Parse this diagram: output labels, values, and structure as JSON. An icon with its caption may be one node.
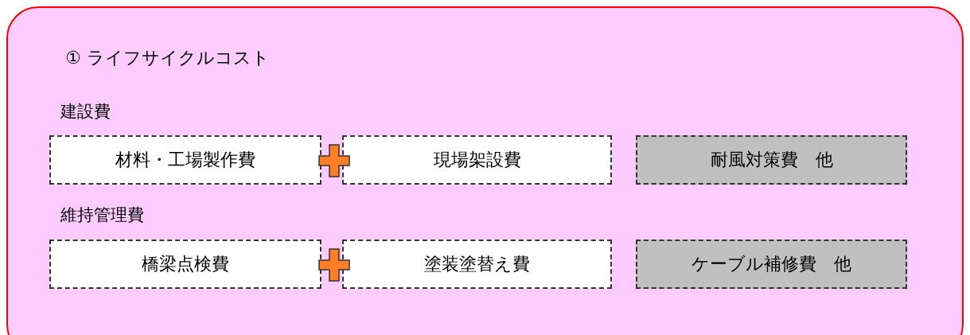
{
  "diagram": {
    "nodes": [
      {
        "text": [
          "① ライフサイクルコスト"
        ]
      },
      {
        "text": [
          "材料・工場製作費"
        ],
        "in": 0
      },
      {
        "text": [
          "現場架設費"
        ],
        "in": 0
      },
      {
        "text": [
          "耐風対策費　他"
        ],
        "in": 0
      },
      {
        "text": [
          "橋梁点検費"
        ],
        "in": 0
      },
      {
        "text": [
          "塗装塗替え費"
        ],
        "in": 0
      },
      {
        "text": [
          "ケーブル補修費　他"
        ],
        "in": 0
      }
    ],
    "labels": [
      "建設費",
      "維持管理費"
    ]
  }
}
